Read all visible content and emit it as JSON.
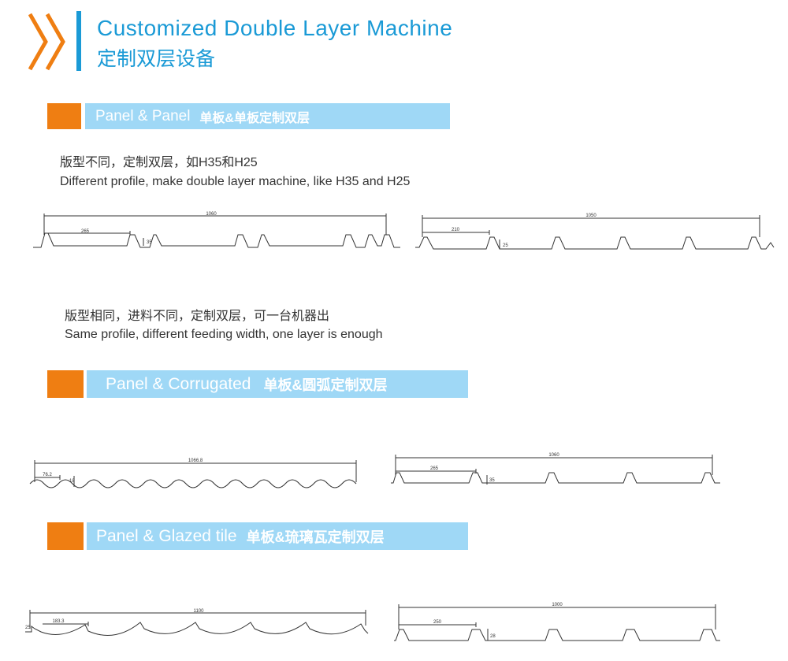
{
  "header": {
    "title_en": "Customized Double Layer Machine",
    "title_zh": "定制双层设备",
    "chevron_icon": "double-chevron-right-icon",
    "accent_color": "#1a9ad6",
    "chevron_color": "#ef7e12"
  },
  "sections": [
    {
      "title_en": "Panel & Panel",
      "title_zh": "单板&单板定制双层",
      "desc1_zh": "版型不同，定制双层，如H35和H25",
      "desc1_en": "Different profile, make double layer machine, like H35 and H25",
      "desc2_zh": "版型相同，进料不同，定制双层，可一台机器出",
      "desc2_en": "Same profile, different feeding width, one layer is enough",
      "drawings": [
        {
          "profile": "trapezoid",
          "total_width": "1060",
          "pitch": "265",
          "height": "35"
        },
        {
          "profile": "trapezoid",
          "total_width": "1050",
          "pitch": "210",
          "height": "25"
        }
      ]
    },
    {
      "title_en": "Panel & Corrugated",
      "title_zh": "单板&圆弧定制双层",
      "drawings": [
        {
          "profile": "corrugated",
          "total_width": "1066.8",
          "pitch": "76.2",
          "height": "18"
        },
        {
          "profile": "trapezoid",
          "total_width": "1060",
          "pitch": "265",
          "height": "35"
        }
      ]
    },
    {
      "title_en": "Panel & Glazed tile",
      "title_zh": "单板&琉璃瓦定制双层",
      "drawings": [
        {
          "profile": "glazed-tile",
          "total_width": "1100",
          "pitch": "183.3",
          "height": "25"
        },
        {
          "profile": "trapezoid",
          "total_width": "1000",
          "pitch": "250",
          "height": "28"
        }
      ]
    }
  ],
  "theme": {
    "bar_color": "#9fd8f6",
    "square_color": "#ef7e12",
    "bar_text_color": "#ffffff"
  }
}
